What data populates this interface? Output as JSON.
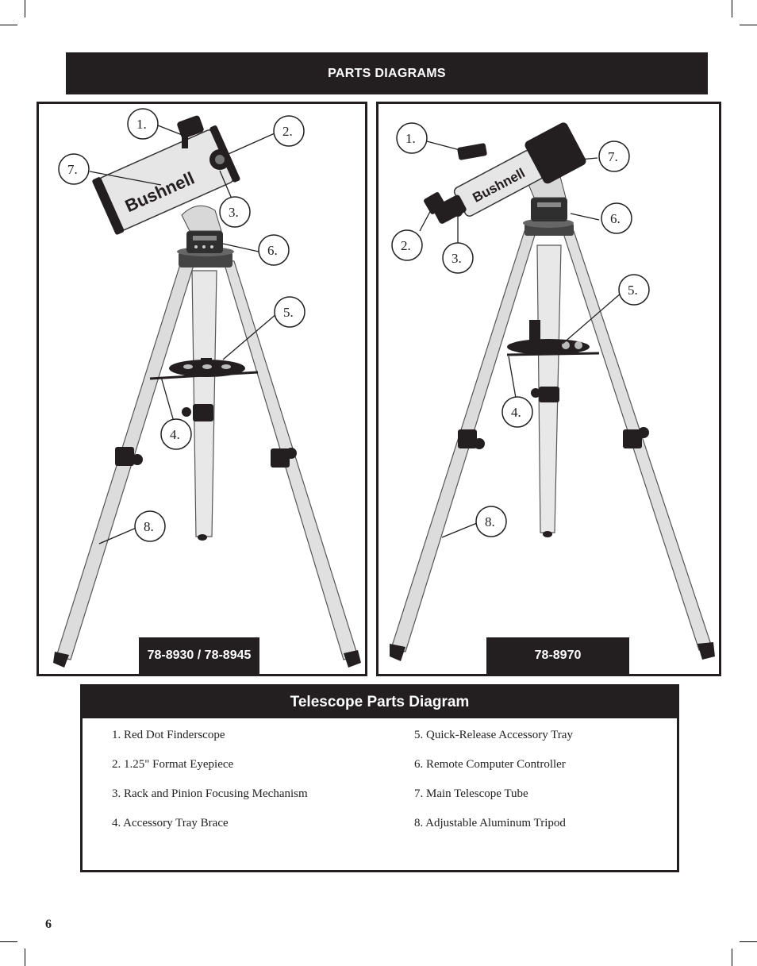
{
  "header": {
    "title": "PARTS DIAGRAMS"
  },
  "left_panel": {
    "model": "78-8930 / 78-8945",
    "brand": "Bushnell",
    "callouts": [
      "1.",
      "2.",
      "7.",
      "3.",
      "6.",
      "5.",
      "4.",
      "8."
    ]
  },
  "right_panel": {
    "model": "78-8970",
    "brand": "Bushnell",
    "callouts": [
      "1.",
      "7.",
      "6.",
      "2.",
      "3.",
      "5.",
      "4.",
      "8."
    ]
  },
  "legend": {
    "title": "Telescope Parts Diagram",
    "col1": [
      "1.  Red Dot Finderscope",
      "2.  1.25\" Format Eyepiece",
      "3.   Rack and Pinion Focusing Mechanism",
      "4.  Accessory Tray Brace"
    ],
    "col2": [
      "5.  Quick-Release Accessory Tray",
      "6.  Remote Computer Controller",
      "7.  Main Telescope Tube",
      "8.  Adjustable Aluminum Tripod"
    ]
  },
  "page_number": "6",
  "colors": {
    "dark": "#231f20",
    "tube": "#e4e4e4",
    "leg": "#d6d6d6"
  }
}
